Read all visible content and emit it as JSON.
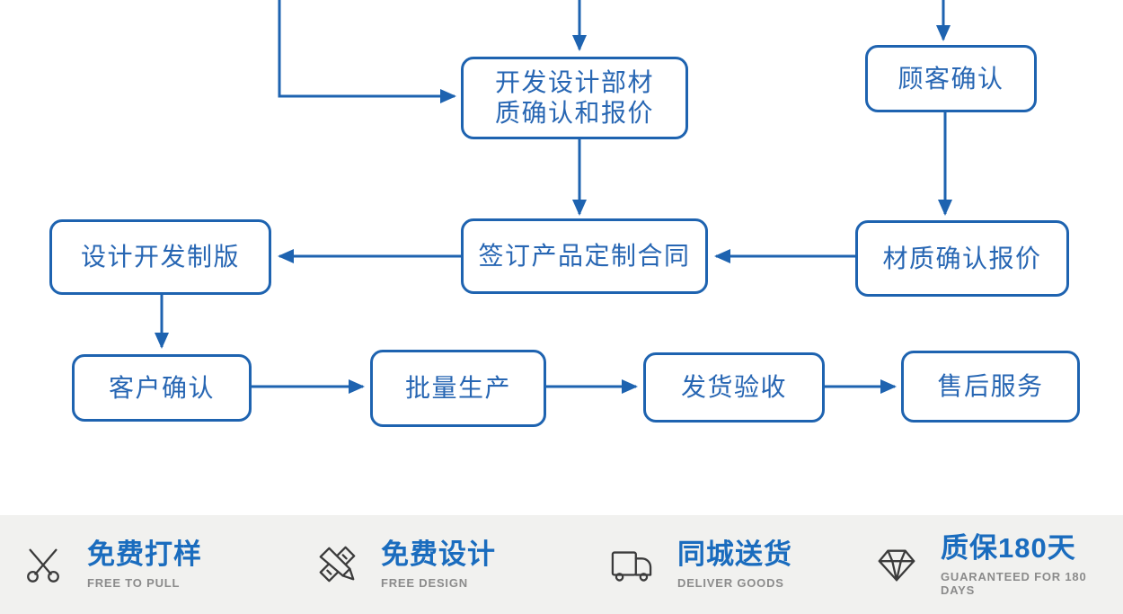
{
  "flowchart": {
    "line_color": "#1e63b0",
    "text_color": "#2766b3",
    "boxes": [
      {
        "id": "dev-design-material-quote",
        "label": "开发设计部材\n质确认和报价"
      },
      {
        "id": "customer-confirm",
        "label": "顾客确认"
      },
      {
        "id": "sign-custom-contract",
        "label": "签订产品定制合同"
      },
      {
        "id": "material-confirm-quote",
        "label": "材质确认报价"
      },
      {
        "id": "design-dev-platemaking",
        "label": "设计开发制版"
      },
      {
        "id": "client-confirm",
        "label": "客户确认"
      },
      {
        "id": "mass-production",
        "label": "批量生产"
      },
      {
        "id": "ship-and-inspect",
        "label": "发货验收"
      },
      {
        "id": "after-sales-service",
        "label": "售后服务"
      }
    ]
  },
  "feature_bar": {
    "background": "#f1f1ef",
    "title_color": "#1a6cbe",
    "subtitle_color": "#8b8b8b",
    "features": [
      {
        "icon": "scissors-icon",
        "title": "免费打样",
        "subtitle": "FREE TO PULL"
      },
      {
        "icon": "pencil-ruler-icon",
        "title": "免费设计",
        "subtitle": "FREE DESIGN"
      },
      {
        "icon": "truck-icon",
        "title": "同城送货",
        "subtitle": "DELIVER GOODS"
      },
      {
        "icon": "diamond-icon",
        "title": "质保180天",
        "subtitle": "GUARANTEED FOR 180 DAYS"
      }
    ]
  }
}
